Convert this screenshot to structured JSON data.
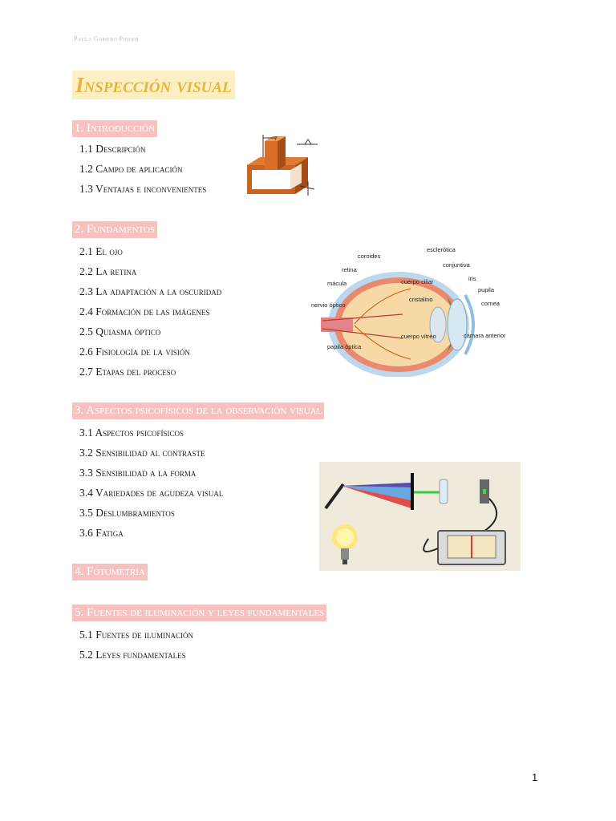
{
  "header": {
    "author": "Paula Gamero Piquer"
  },
  "title": "Inspección visual",
  "sections": [
    {
      "heading": "1. Introducción",
      "items": [
        "1.1 Descripción",
        "1.2 Campo de aplicación",
        "1.3 Ventajas e inconvenientes"
      ]
    },
    {
      "heading": "2. Fundamentos",
      "items": [
        "2.1 El ojo",
        "2.2 La retina",
        "2.3 La adaptación a la oscuridad",
        "2.4 Formación de las imágenes",
        "2.5 Quiasma óptico",
        "2.6 Fisiología de la visión",
        "2.7 Etapas del proceso"
      ]
    },
    {
      "heading": "3. Aspectos psicofísicos de la observación visual",
      "items": [
        "3.1 Aspectos psicofísicos",
        "3.2 Sensibilidad al contraste",
        "3.3 Sensibilidad a la forma",
        "3.4 Variedades de agudeza visual",
        "3.5 Deslumbramientos",
        "3.6 Fatiga"
      ]
    },
    {
      "heading": "4. Fotometría",
      "items": []
    },
    {
      "heading": "5. Fuentes de iluminación y leyes fundamentales",
      "items": [
        "5.1 Fuentes de iluminación",
        "5.2 Leyes fundamentales"
      ]
    }
  ],
  "eye_labels": {
    "coroides": "coroides",
    "esclerotica": "esclerótica",
    "conjuntiva": "conjuntiva",
    "retina": "retina",
    "iris": "iris",
    "macula": "mácula",
    "cuerpo_ciliar": "cuerpo ciliar",
    "pupila": "pupila",
    "cristalino": "cristalino",
    "nervio_optico": "nervio óptico",
    "cornea": "cornea",
    "cuerpo_vitreo": "cuerpo vítreo",
    "camara_anterior": "cámara anterior",
    "papila_optica": "papila óptica"
  },
  "page_number": "1",
  "colors": {
    "section_bg": "#f6c2c0",
    "title_bg": "#fcefc4",
    "title_text": "#e6b63a"
  }
}
